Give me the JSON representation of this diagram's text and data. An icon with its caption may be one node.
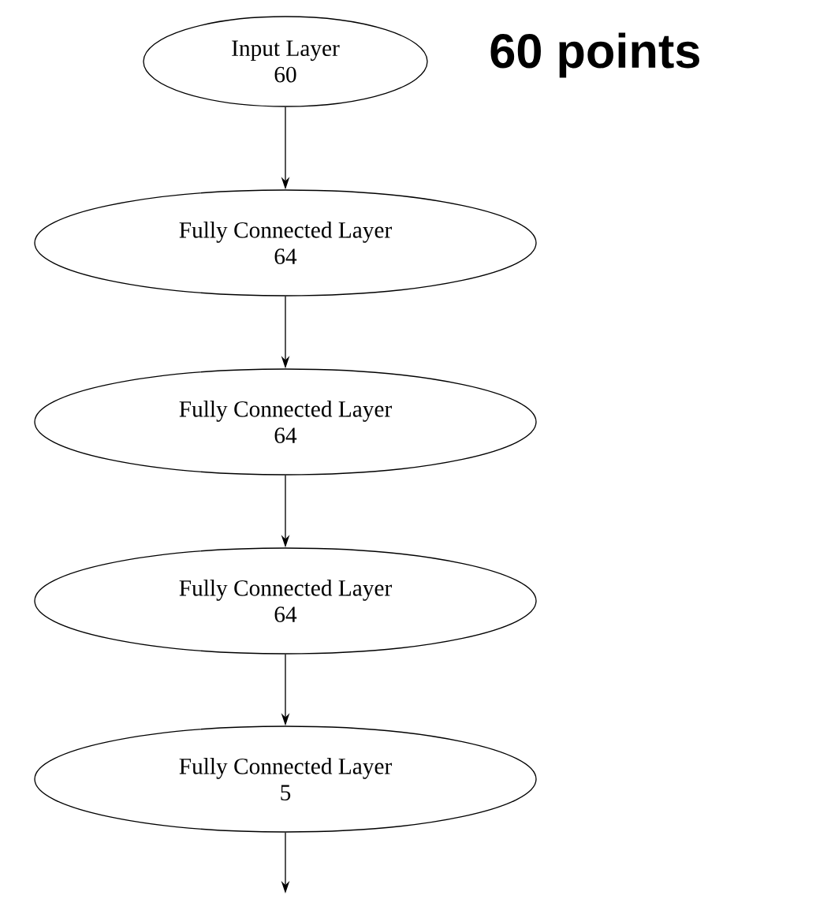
{
  "diagram": {
    "nodes": [
      {
        "text": [
          "Input Layer",
          "60"
        ]
      },
      {
        "text": [
          "Fully Connected Layer",
          "64"
        ]
      },
      {
        "text": [
          "Fully Connected Layer",
          "64"
        ]
      },
      {
        "text": [
          "Fully Connected Layer",
          "64"
        ]
      },
      {
        "text": [
          "Fully Connected Layer",
          "5"
        ]
      }
    ],
    "edges": [
      {
        "from": 0,
        "to": 1,
        "arrow": "to"
      },
      {
        "from": 1,
        "to": 2,
        "arrow": "to"
      },
      {
        "from": 2,
        "to": 3,
        "arrow": "to"
      },
      {
        "from": 3,
        "to": 4,
        "arrow": "to"
      },
      {
        "from": 4,
        "to": null,
        "arrow": "to"
      }
    ],
    "labels": [
      "60 points"
    ]
  }
}
